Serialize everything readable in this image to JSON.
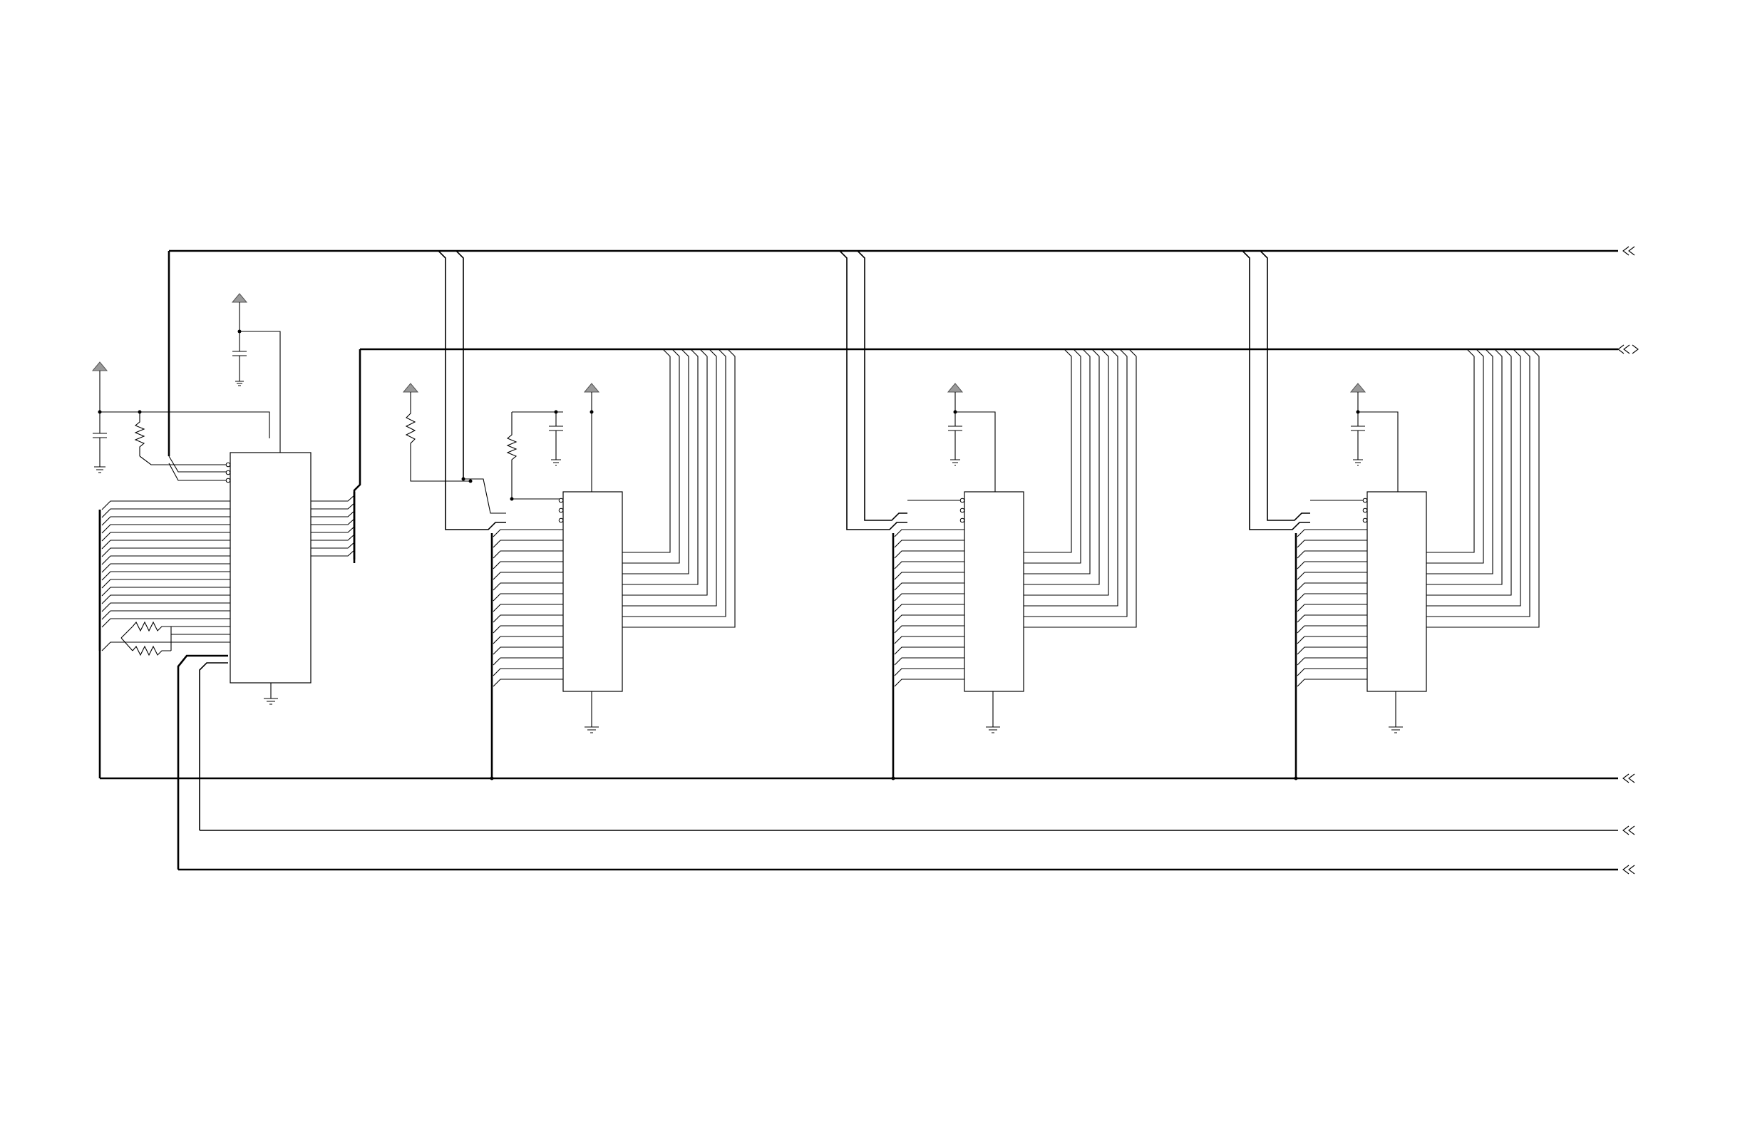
{
  "diagram": {
    "type": "electrical-schematic",
    "devices": [
      {
        "id": "master",
        "kind": "ic"
      },
      {
        "id": "slave-1",
        "kind": "ic"
      },
      {
        "id": "slave-2",
        "kind": "ic"
      },
      {
        "id": "slave-3",
        "kind": "ic"
      }
    ],
    "buses": [
      {
        "id": "bus-top",
        "connector": "input"
      },
      {
        "id": "bus-data",
        "connector": "bidirectional"
      },
      {
        "id": "bus-ground",
        "connector": "input"
      },
      {
        "id": "bus-line-a",
        "connector": "input"
      },
      {
        "id": "bus-line-b",
        "connector": "input"
      }
    ]
  }
}
